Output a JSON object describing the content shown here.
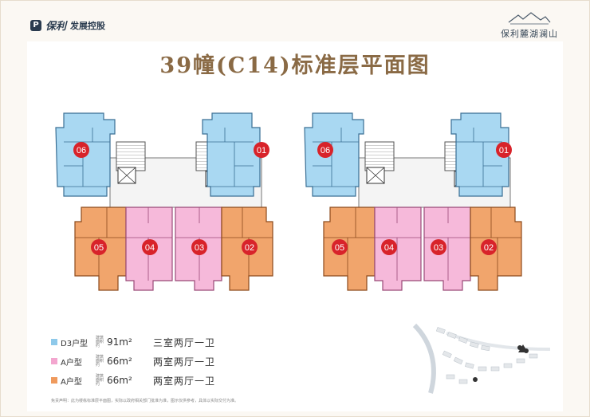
{
  "header": {
    "brand_logo_text": "保利",
    "brand_subtitle": "发展控股",
    "project_name": "保利麓湖澜山"
  },
  "title": "39幢(C14)标准层平面图",
  "units": [
    {
      "number": "06",
      "type": "D3"
    },
    {
      "number": "01",
      "type": "D3"
    },
    {
      "number": "05",
      "type": "A-orange"
    },
    {
      "number": "04",
      "type": "A-pink"
    },
    {
      "number": "03",
      "type": "A-pink"
    },
    {
      "number": "02",
      "type": "A-orange"
    }
  ],
  "legend": [
    {
      "type_label": "D3户型",
      "area_label": "建筑面积约",
      "area": "91m²",
      "layout": "三室两厅一卫",
      "color": "#8ec9ea"
    },
    {
      "type_label": "A户型",
      "area_label": "建筑面积约",
      "area": "66m²",
      "layout": "两室两厅一卫",
      "color": "#f3a6cf"
    },
    {
      "type_label": "A户型",
      "area_label": "建筑面积约",
      "area": "66m²",
      "layout": "两室两厅一卫",
      "color": "#ef9a5d"
    }
  ],
  "footnote": "免责声明：此为楼栋标准层平面图，实际以政府相关部门批准为准，图示仅供参考，具体以实际交付为准。",
  "colors": {
    "d3_blue": "#a9d8f2",
    "a_pink": "#f6b9da",
    "a_orange": "#f1a56c",
    "marker_red": "#d8232a",
    "title_brown": "#8a6a45"
  }
}
